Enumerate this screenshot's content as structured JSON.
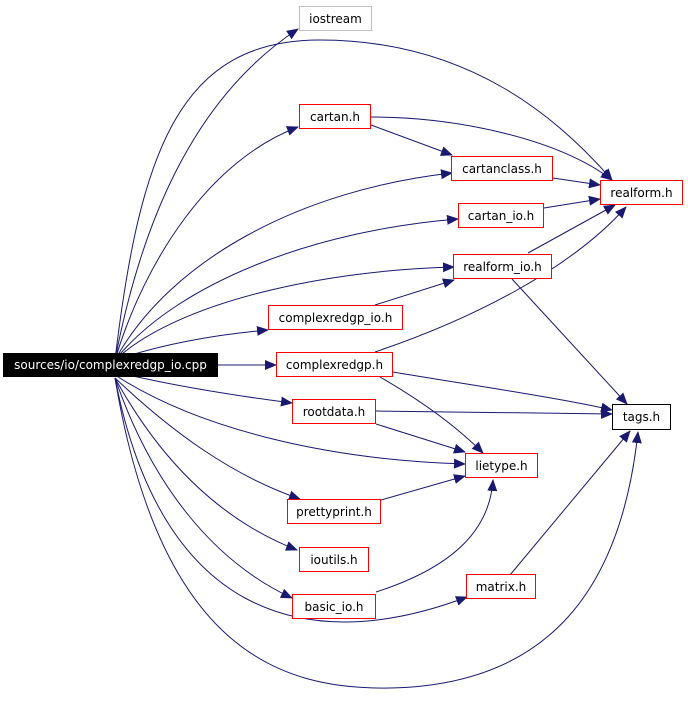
{
  "colors": {
    "edge": "#191970",
    "node_border_link": "#ff0000",
    "node_border_plain": "#000000",
    "node_border_external": "#bfbfbf",
    "root_fill": "#000000",
    "root_text": "#ffffff"
  },
  "nodes": {
    "root": "sources/io/complexredgp_io.cpp",
    "iostream": "iostream",
    "cartan_h": "cartan.h",
    "cartanclass_h": "cartanclass.h",
    "realform_h": "realform.h",
    "cartan_io_h": "cartan_io.h",
    "realform_io_h": "realform_io.h",
    "complexredgp_io_h": "complexredgp_io.h",
    "complexredgp_h": "complexredgp.h",
    "rootdata_h": "rootdata.h",
    "tags_h": "tags.h",
    "lietype_h": "lietype.h",
    "prettyprint_h": "prettyprint.h",
    "ioutils_h": "ioutils.h",
    "basic_io_h": "basic_io.h",
    "matrix_h": "matrix.h"
  }
}
